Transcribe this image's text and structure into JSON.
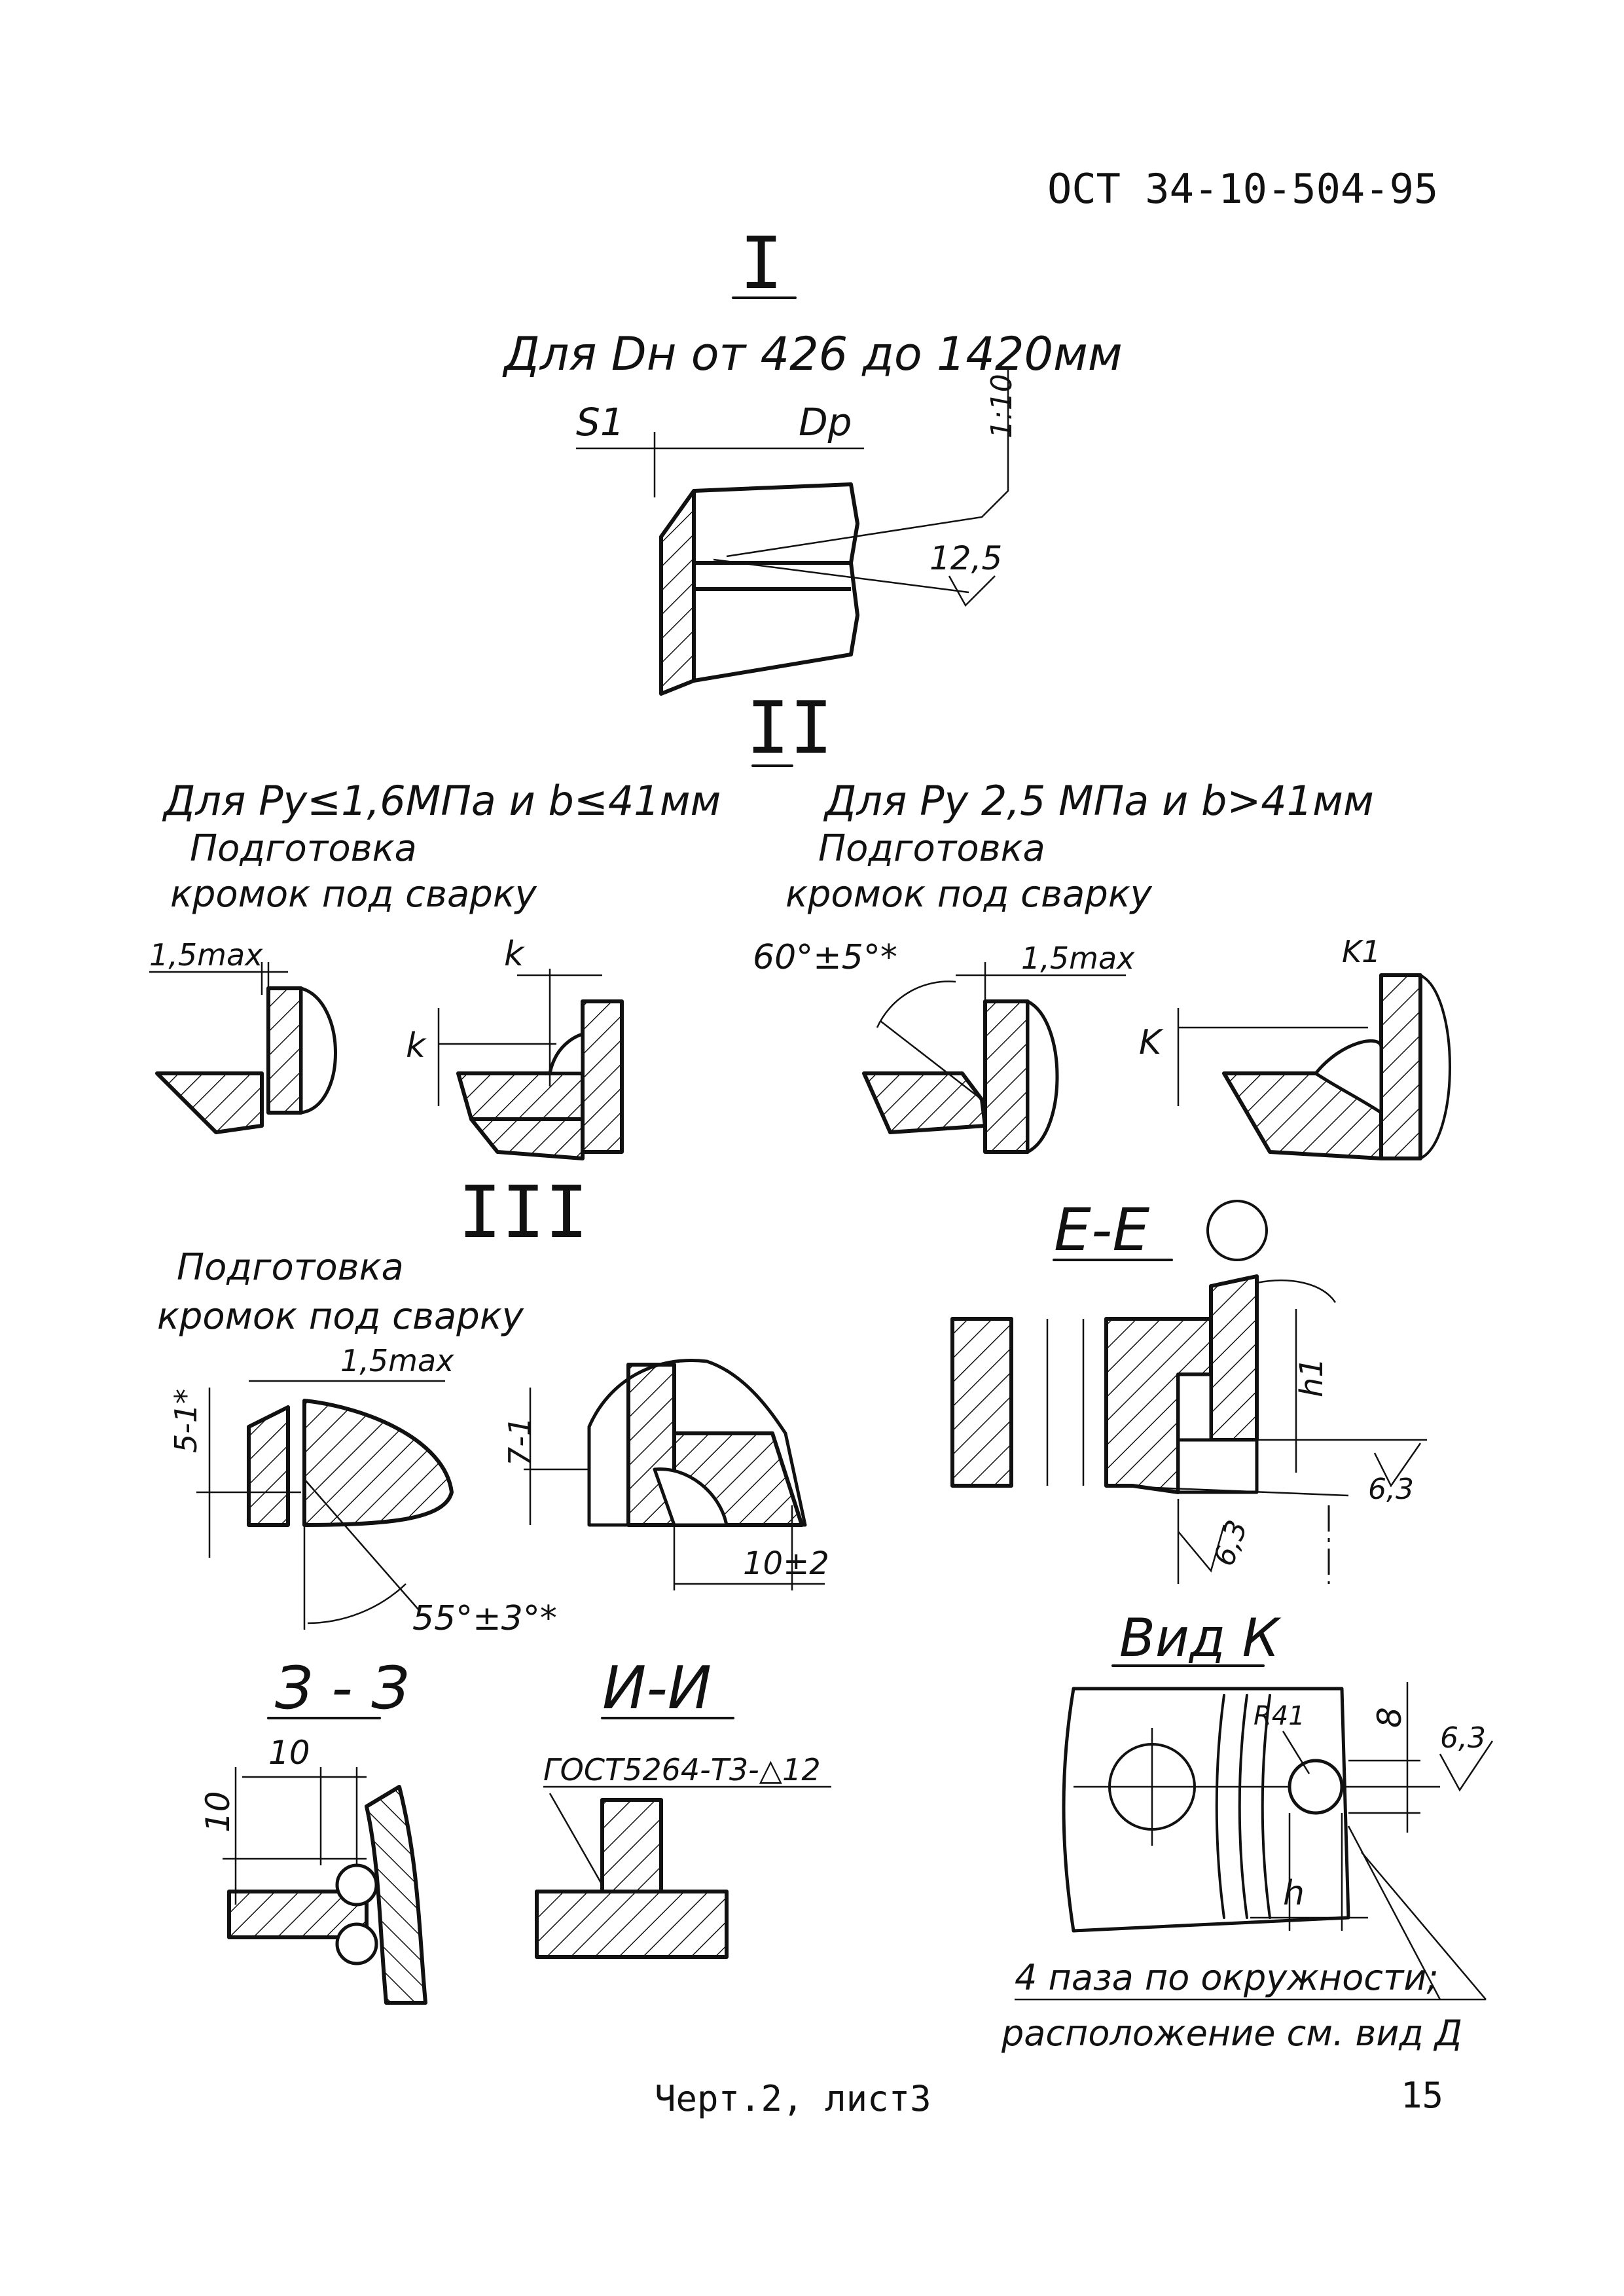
{
  "header": {
    "standard": "ОСТ 34-10-504-95"
  },
  "footer": {
    "caption": "Черт.2, лист3",
    "page": "15"
  },
  "view1": {
    "label": "I",
    "subtitle": "Для Dн от 426 до 1420мм",
    "s1": "S1",
    "dp": "Dp",
    "taper": "1:10",
    "roughness": "12,5"
  },
  "view2": {
    "label": "II",
    "left": {
      "condition": "Для Pу≤1,6МПа и b≤41мм",
      "prep1": "Подготовка",
      "prep2": "кромок под сварку",
      "gap": "1,5max",
      "k1": "k",
      "k2": "k"
    },
    "right": {
      "condition": "Для Pу 2,5 МПа и b>41мм",
      "prep1": "Подготовка",
      "prep2": "кромок под сварку",
      "angle": "60°±5°*",
      "gap": "1,5max",
      "k1": "K1",
      "k2": "K"
    }
  },
  "view3": {
    "label": "III",
    "prep1": "Подготовка",
    "prep2": "кромок под сварку",
    "gap": "1,5max",
    "dim_a": "5-1*",
    "angle": "55°±3°*",
    "dim_b": "7-1",
    "dim_c": "10±2"
  },
  "sectionE": {
    "label": "Е-Е",
    "h1": "h1",
    "rough1": "6,3",
    "rough2": "6,3"
  },
  "sectionZ": {
    "label": "З - З",
    "dim1": "10",
    "dim2": "10"
  },
  "sectionI": {
    "label": "И-И",
    "weld_spec": "ГОСТ5264-Т3-△12"
  },
  "viewK": {
    "label": "Вид К",
    "radius": "R41",
    "dim8": "8",
    "rough": "6,3",
    "h": "h",
    "note1": "4 паза по окружности;",
    "note2": "расположение см. вид Д"
  }
}
